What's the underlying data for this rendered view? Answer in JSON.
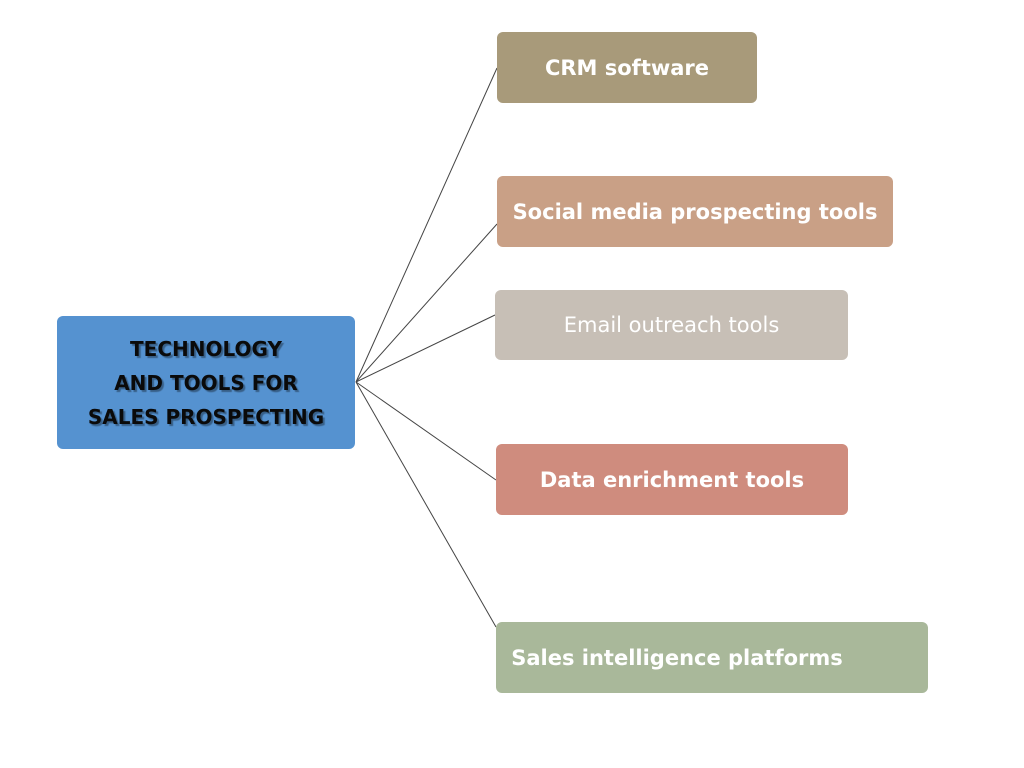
{
  "center": {
    "line1": "TECHNOLOGY",
    "line2": "AND TOOLS FOR",
    "line3": "SALES PROSPECTING",
    "color": "#5592d0"
  },
  "branches": [
    {
      "label": "CRM software",
      "color": "#a89a7a"
    },
    {
      "label": "Social media prospecting tools",
      "color": "#c9a086"
    },
    {
      "label": "Email outreach tools",
      "color": "#c7bfb6"
    },
    {
      "label": "Data enrichment tools",
      "color": "#cf8c7e"
    },
    {
      "label": "Sales intelligence platforms",
      "color": "#a9b89a"
    }
  ]
}
